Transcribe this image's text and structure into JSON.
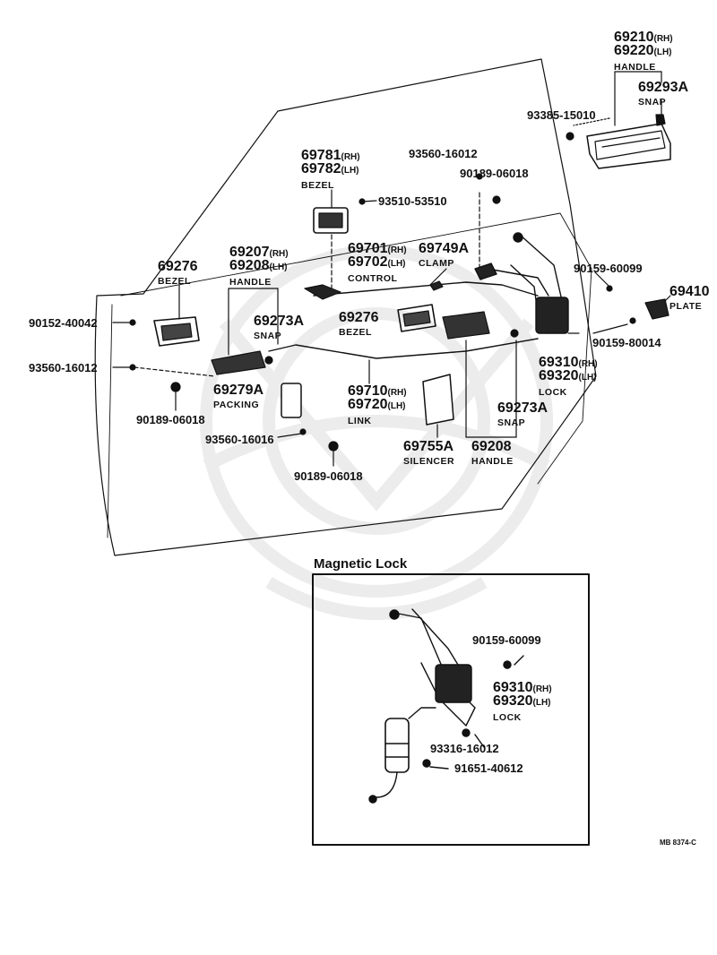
{
  "labels": {
    "p69210": {
      "no": "69210",
      "sfx": "(RH)"
    },
    "p69220": {
      "no": "69220",
      "sfx": "(LH)",
      "name": "HANDLE"
    },
    "p69293A": {
      "no": "69293A",
      "name": "SNAP"
    },
    "p93385": {
      "no": "93385-15010"
    },
    "p93560a": {
      "no": "93560-16012"
    },
    "p90189a": {
      "no": "90189-06018"
    },
    "p69781": {
      "no": "69781",
      "sfx": "(RH)"
    },
    "p69782": {
      "no": "69782",
      "sfx": "(LH)",
      "name": "BEZEL"
    },
    "p93510": {
      "no": "93510-53510"
    },
    "p69701": {
      "no": "69701",
      "sfx": "(RH)"
    },
    "p69702": {
      "no": "69702",
      "sfx": "(LH)",
      "name": "CONTROL"
    },
    "p69749A": {
      "no": "69749A",
      "name": "CLAMP"
    },
    "p69207": {
      "no": "69207",
      "sfx": "(RH)"
    },
    "p69208lh": {
      "no": "69208",
      "sfx": "(LH)",
      "name": "HANDLE"
    },
    "p69276a": {
      "no": "69276",
      "name": "BEZEL"
    },
    "p90152": {
      "no": "90152-40042"
    },
    "p69273Aa": {
      "no": "69273A",
      "name": "SNAP"
    },
    "p69276b": {
      "no": "69276",
      "name": "BEZEL"
    },
    "p90159a": {
      "no": "90159-60099"
    },
    "p69410": {
      "no": "69410",
      "name": "PLATE"
    },
    "p90159b": {
      "no": "90159-80014"
    },
    "p93560b": {
      "no": "93560-16012"
    },
    "p69310": {
      "no": "69310",
      "sfx": "(RH)"
    },
    "p69320": {
      "no": "69320",
      "sfx": "(LH)",
      "name": "LOCK"
    },
    "p69279A": {
      "no": "69279A",
      "name": "PACKING"
    },
    "p69710": {
      "no": "69710",
      "sfx": "(RH)"
    },
    "p69720": {
      "no": "69720",
      "sfx": "(LH)",
      "name": "LINK"
    },
    "p90189b": {
      "no": "90189-06018"
    },
    "p69273Ab": {
      "no": "69273A",
      "name": "SNAP"
    },
    "p93560c": {
      "no": "93560-16016"
    },
    "p69755A": {
      "no": "69755A",
      "name": "SILENCER"
    },
    "p69208": {
      "no": "69208",
      "name": "HANDLE"
    },
    "p90189c": {
      "no": "90189-06018"
    },
    "m90159": {
      "no": "90159-60099"
    },
    "m69310": {
      "no": "69310",
      "sfx": "(RH)"
    },
    "m69320": {
      "no": "69320",
      "sfx": "(LH)",
      "name": "LOCK"
    },
    "m93316": {
      "no": "93316-16012"
    },
    "m91651": {
      "no": "91651-40612"
    }
  },
  "inset_title": "Magnetic Lock",
  "code": "MB 8374-C",
  "colors": {
    "ink": "#111111",
    "watermark": "#ececec"
  }
}
